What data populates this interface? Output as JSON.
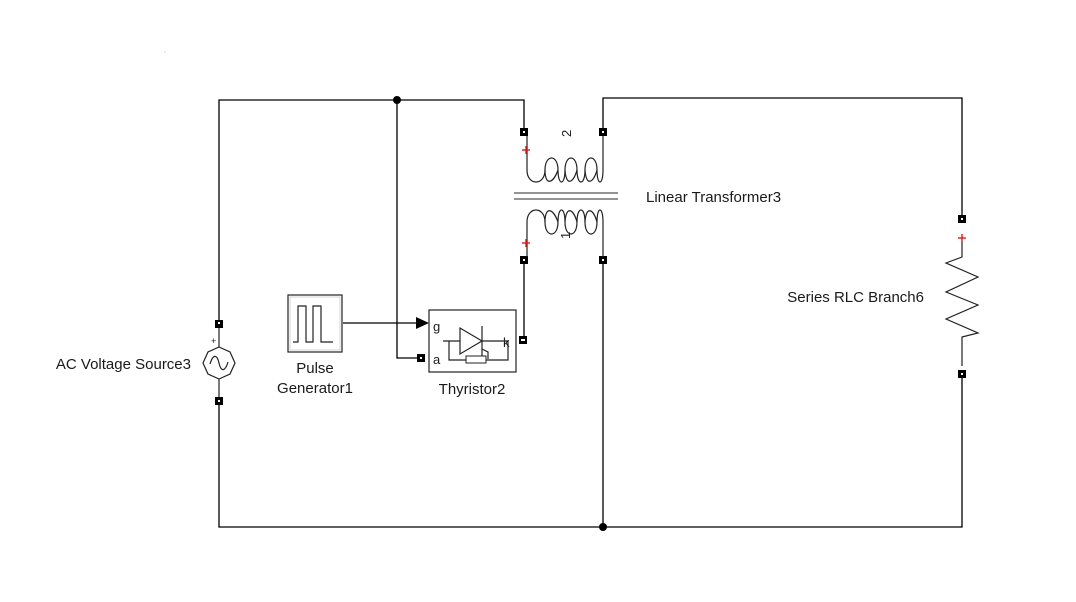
{
  "diagram": {
    "type": "simulink-power-circuit",
    "blocks": [
      {
        "id": "ac_source",
        "label": "AC Voltage Source3",
        "polarity_mark": "+"
      },
      {
        "id": "pulse_gen",
        "label_line1": "Pulse",
        "label_line2": "Generator1"
      },
      {
        "id": "thyristor",
        "label": "Thyristor2",
        "ports": {
          "gate": "g",
          "anode": "a",
          "cathode": "k"
        }
      },
      {
        "id": "transformer",
        "label": "Linear Transformer3",
        "winding_top": "2",
        "winding_bottom": "1",
        "polarity_mark": "+"
      },
      {
        "id": "rlc",
        "label": "Series RLC Branch6",
        "polarity_mark": "+"
      }
    ],
    "connections": [
      {
        "from": "ac_source.top",
        "to": "transformer.winding2.left"
      },
      {
        "from": "top_junction",
        "to": "thyristor.anode"
      },
      {
        "from": "pulse_gen.out",
        "to": "thyristor.gate"
      },
      {
        "from": "thyristor.cathode",
        "to": "transformer.winding1.left"
      },
      {
        "from": "transformer.winding2.right",
        "to": "rlc.top"
      },
      {
        "from": "transformer.winding1.right",
        "to": "bottom_junction"
      },
      {
        "from": "rlc.bottom",
        "to": "bottom_junction"
      },
      {
        "from": "ac_source.bottom",
        "to": "bottom_junction"
      }
    ],
    "colors": {
      "wire": "#000000",
      "polarity": "#e01a1a",
      "block_border": "#222222"
    }
  }
}
